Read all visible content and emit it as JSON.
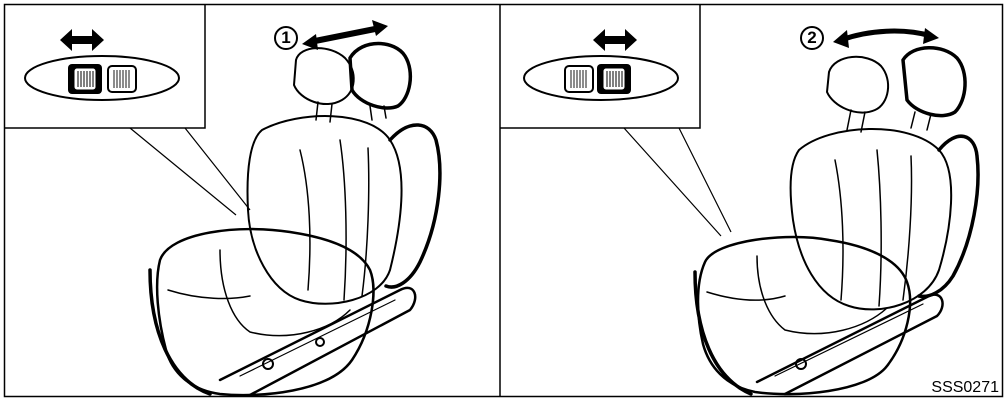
{
  "markers": {
    "left": "1",
    "right": "2"
  },
  "figure_code": "SSS0271",
  "icons": {
    "direction_arrow": "double-headed-horizontal-arrow",
    "switch": "seat-control-switch"
  },
  "colors": {
    "line": "#000000",
    "background": "#ffffff"
  }
}
